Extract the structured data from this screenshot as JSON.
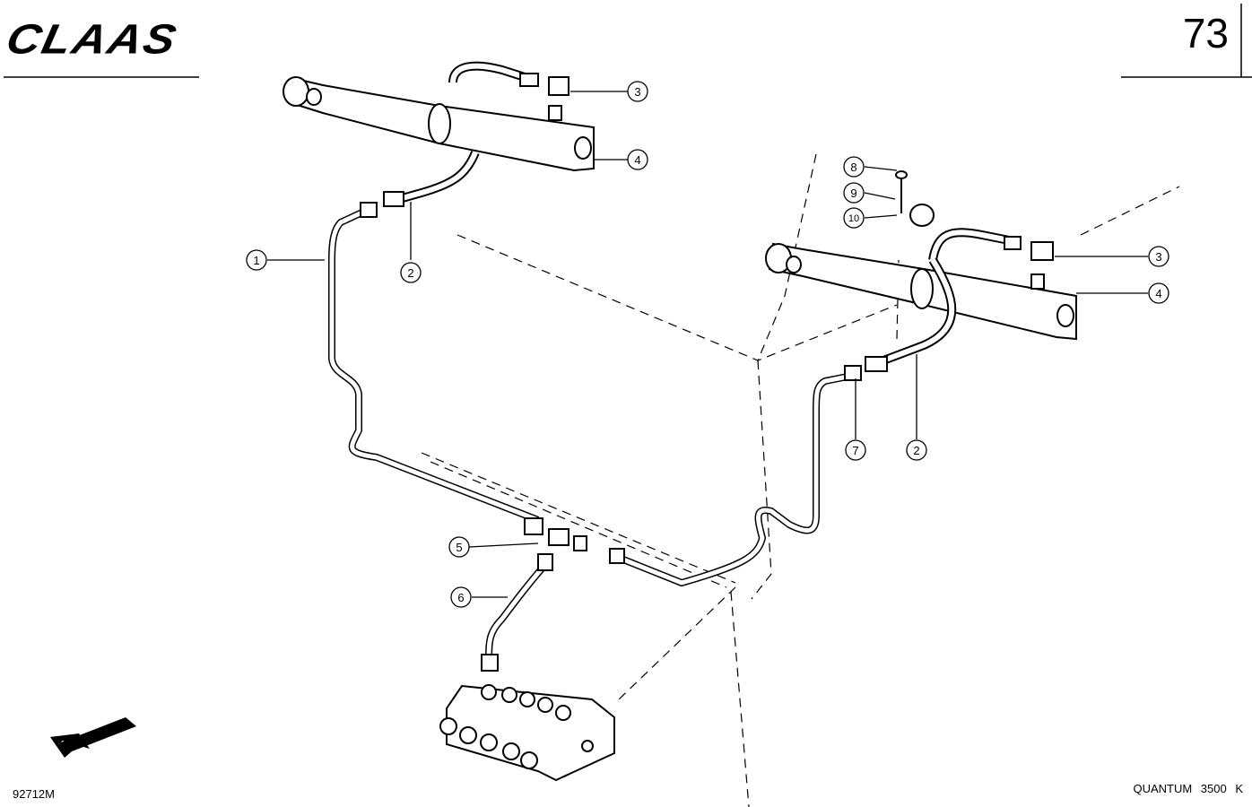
{
  "header": {
    "brand": "CLAAS",
    "page_number": "73"
  },
  "footer": {
    "reference_code": "92712M",
    "model": "QUANTUM 3500 K"
  },
  "callouts": [
    {
      "id": "c1-left",
      "label": "1"
    },
    {
      "id": "c2-left",
      "label": "2"
    },
    {
      "id": "c3-left",
      "label": "3"
    },
    {
      "id": "c4-left",
      "label": "4"
    },
    {
      "id": "c5",
      "label": "5"
    },
    {
      "id": "c6",
      "label": "6"
    },
    {
      "id": "c7",
      "label": "7"
    },
    {
      "id": "c8",
      "label": "8"
    },
    {
      "id": "c9",
      "label": "9"
    },
    {
      "id": "c10",
      "label": "10"
    },
    {
      "id": "c2-right",
      "label": "2"
    },
    {
      "id": "c3-right",
      "label": "3"
    },
    {
      "id": "c4-right",
      "label": "4"
    }
  ]
}
